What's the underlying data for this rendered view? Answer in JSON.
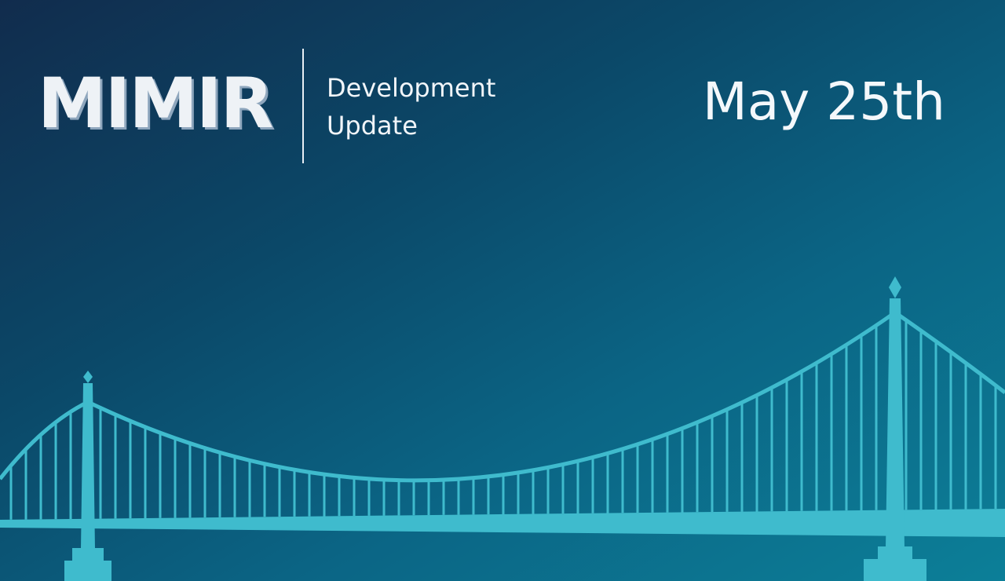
{
  "logo": {
    "text": "MIMIR"
  },
  "subtitle": {
    "line1": "Development",
    "line2": "Update"
  },
  "date": {
    "text": "May 25th"
  },
  "colors": {
    "background_dark": "#112c4d",
    "background_light": "#0c7f98",
    "bridge": "#3fbbcd",
    "text": "#f1f5f9"
  },
  "illustration": {
    "icon": "suspension-bridge-icon"
  }
}
